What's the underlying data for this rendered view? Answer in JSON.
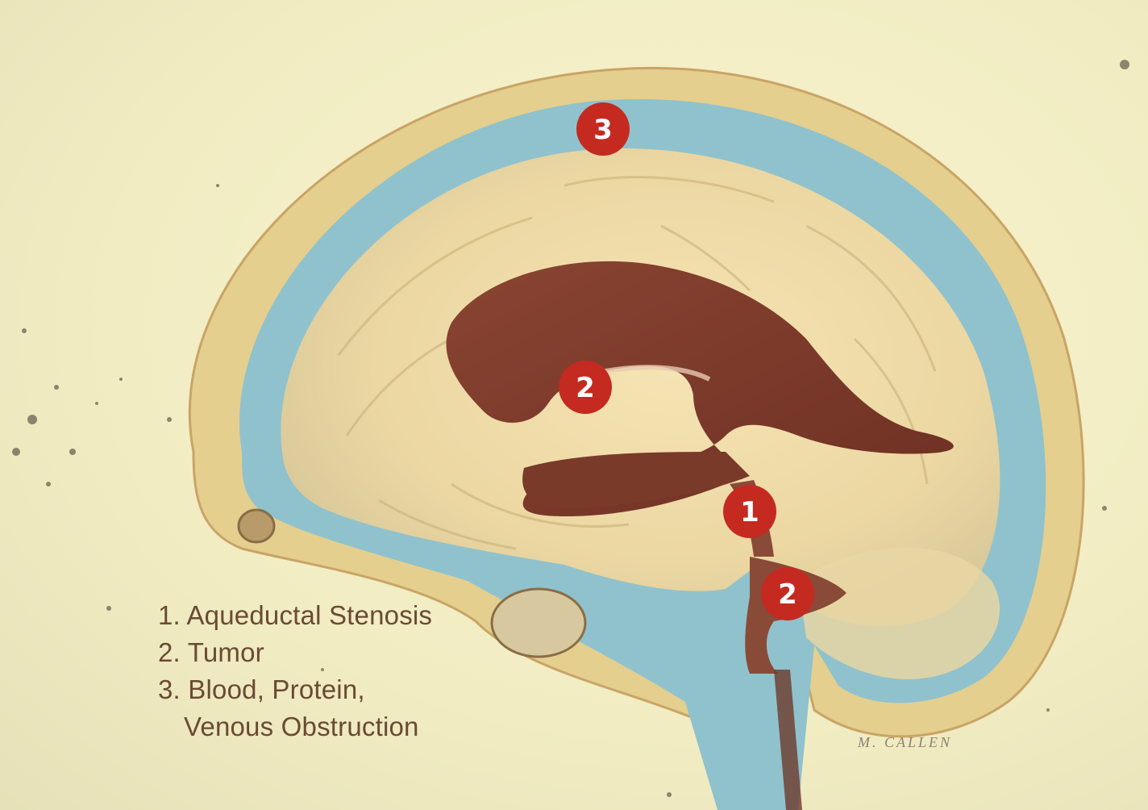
{
  "markers": [
    {
      "id": "marker-3-top",
      "label": "3"
    },
    {
      "id": "marker-2-ventricle",
      "label": "2"
    },
    {
      "id": "marker-1-aqueduct",
      "label": "1"
    },
    {
      "id": "marker-2-fourth",
      "label": "2"
    }
  ],
  "legend": {
    "item1": "1. Aqueductal Stenosis",
    "item2": "2. Tumor",
    "item3_line1": "3. Blood, Protein,",
    "item3_line2": "Venous Obstruction"
  },
  "signature": "M. CALLEN",
  "colors": {
    "background": "#f3efc8",
    "csf_blue": "#8fc2cc",
    "skull": "#e6d08e",
    "brain": "#eedcab",
    "ventricle": "#7a3a2a",
    "marker": "#c42a20",
    "text": "#6a4a34"
  }
}
